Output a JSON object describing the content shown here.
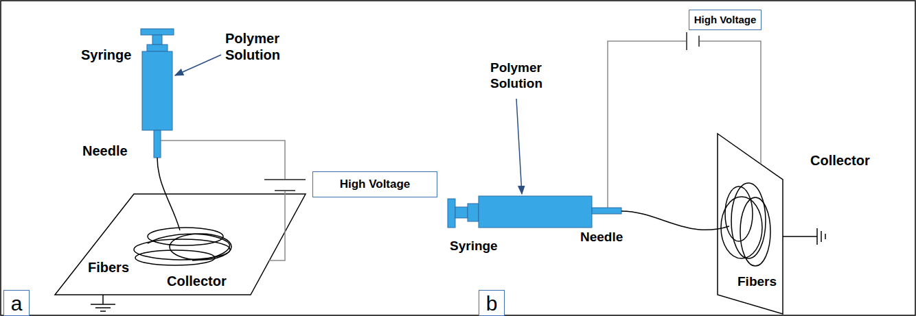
{
  "diagram": {
    "nodes": [
      {
        "text": [
          "High Voltage"
        ]
      },
      {
        "text": [
          "a"
        ]
      },
      {
        "text": [
          "High Voltage"
        ]
      },
      {
        "text": [
          "b"
        ]
      }
    ],
    "labels": [
      "Syringe",
      "Polymer Solution",
      "Needle",
      "Fibers",
      "Collector",
      "Polymer Solution",
      "Syringe",
      "Needle",
      "Collector",
      "Fibers"
    ]
  }
}
